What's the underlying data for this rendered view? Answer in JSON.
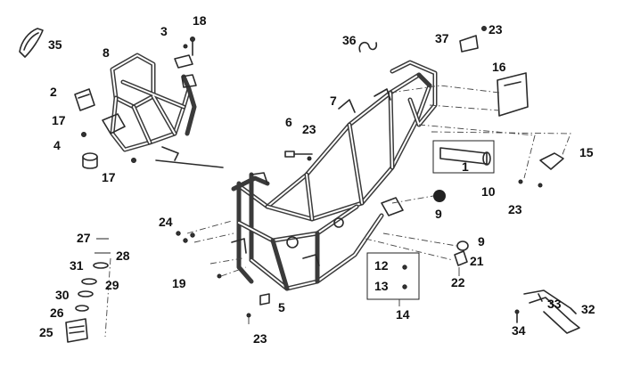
{
  "diagram": {
    "callouts": [
      {
        "id": "c35",
        "text": "35"
      },
      {
        "id": "c3",
        "text": "3"
      },
      {
        "id": "c18",
        "text": "18"
      },
      {
        "id": "c8",
        "text": "8"
      },
      {
        "id": "c2",
        "text": "2"
      },
      {
        "id": "c17a",
        "text": "17"
      },
      {
        "id": "c4",
        "text": "4"
      },
      {
        "id": "c17b",
        "text": "17"
      },
      {
        "id": "c36",
        "text": "36"
      },
      {
        "id": "c37",
        "text": "37"
      },
      {
        "id": "c23a",
        "text": "23"
      },
      {
        "id": "c16",
        "text": "16"
      },
      {
        "id": "c7",
        "text": "7"
      },
      {
        "id": "c6",
        "text": "6"
      },
      {
        "id": "c23b",
        "text": "23"
      },
      {
        "id": "c15",
        "text": "15"
      },
      {
        "id": "c1",
        "text": "1"
      },
      {
        "id": "c10",
        "text": "10"
      },
      {
        "id": "c23c",
        "text": "23"
      },
      {
        "id": "c9a",
        "text": "9"
      },
      {
        "id": "c24",
        "text": "24"
      },
      {
        "id": "c27",
        "text": "27"
      },
      {
        "id": "c28",
        "text": "28"
      },
      {
        "id": "c31",
        "text": "31"
      },
      {
        "id": "c29",
        "text": "29"
      },
      {
        "id": "c19",
        "text": "19"
      },
      {
        "id": "c9b",
        "text": "9"
      },
      {
        "id": "c21",
        "text": "21"
      },
      {
        "id": "c12",
        "text": "12"
      },
      {
        "id": "c13",
        "text": "13"
      },
      {
        "id": "c22",
        "text": "22"
      },
      {
        "id": "c30",
        "text": "30"
      },
      {
        "id": "c26",
        "text": "26"
      },
      {
        "id": "c25",
        "text": "25"
      },
      {
        "id": "c5",
        "text": "5"
      },
      {
        "id": "c14",
        "text": "14"
      },
      {
        "id": "c33",
        "text": "33"
      },
      {
        "id": "c32",
        "text": "32"
      },
      {
        "id": "c23d",
        "text": "23"
      },
      {
        "id": "c34",
        "text": "34"
      }
    ]
  }
}
